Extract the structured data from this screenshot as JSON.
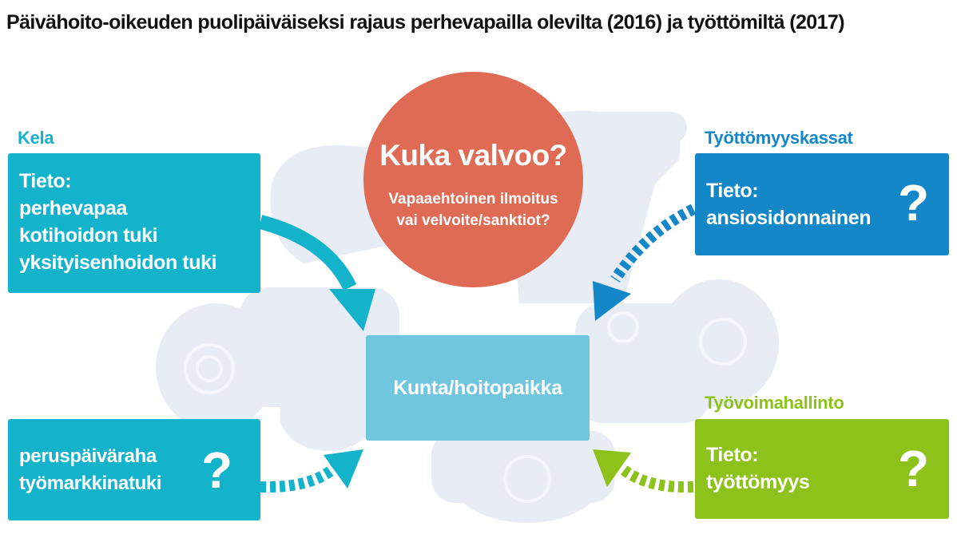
{
  "title": "Päivähoito-oikeuden puolipäiväiseksi rajaus perhevapailla olevilta (2016) ja työttömiltä (2017)",
  "colors": {
    "kela": "#14b3cc",
    "tyottomyyskassat": "#1387c7",
    "tyovoimahallinto": "#8cc21a",
    "circle": "#e06b55",
    "center": "#6fc6de",
    "background_art": "#e8ecf5"
  },
  "kela": {
    "label": "Kela",
    "lines": [
      "Tieto:",
      "perhevapaa",
      "kotihoidon tuki",
      "yksityisenhoidon tuki"
    ]
  },
  "kela_lower": {
    "lines": [
      "peruspäiväraha",
      "työmarkkinatuki"
    ],
    "question": "?"
  },
  "tyottomyyskassat": {
    "label": "Työttömyyskassat",
    "lines": [
      "Tieto:",
      "ansiosidonnainen"
    ],
    "question": "?"
  },
  "tyovoimahallinto": {
    "label": "Työvoimahallinto",
    "lines": [
      "Tieto:",
      "työttömyys"
    ],
    "question": "?"
  },
  "circle": {
    "heading": "Kuka valvoo?",
    "sub_line1": "Vapaaehtoinen ilmoitus",
    "sub_line2": "vai velvoite/sanktiot?"
  },
  "center": {
    "label": "Kunta/hoitopaikka"
  }
}
